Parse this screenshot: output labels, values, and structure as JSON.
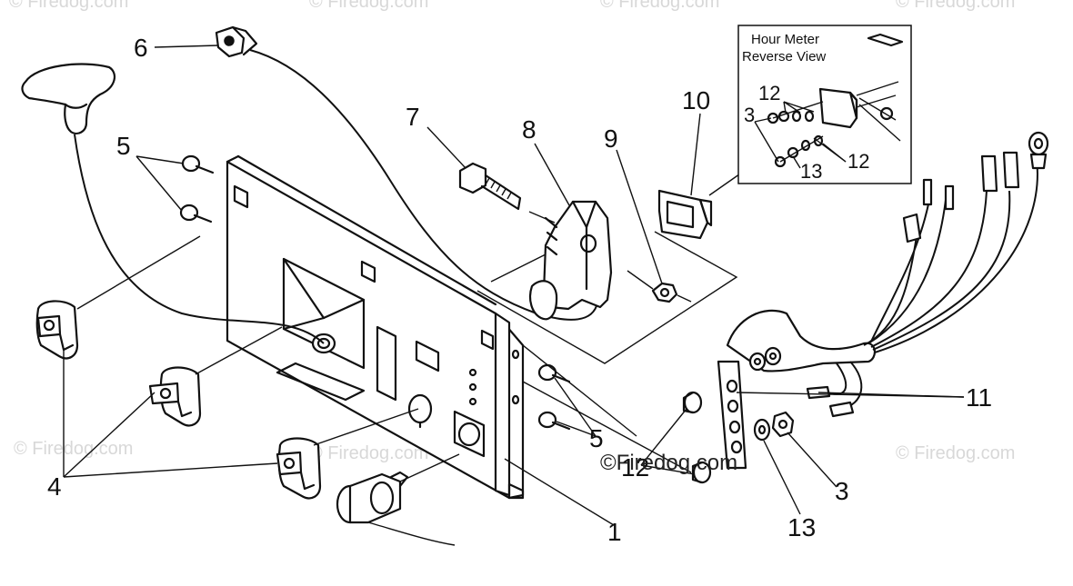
{
  "inset": {
    "title_line1": "Hour Meter",
    "title_line2": "Reverse View",
    "callouts": [
      "12",
      "3",
      "13",
      "12"
    ]
  },
  "callouts": {
    "c1": "1",
    "c3": "3",
    "c4": "4",
    "c5a": "5",
    "c5b": "5",
    "c6": "6",
    "c7": "7",
    "c8": "8",
    "c9": "9",
    "c10": "10",
    "c11": "11",
    "c12": "12",
    "c13": "13"
  },
  "watermark": {
    "text": "© Firedog.com",
    "main_text": "©Firedog.com"
  }
}
